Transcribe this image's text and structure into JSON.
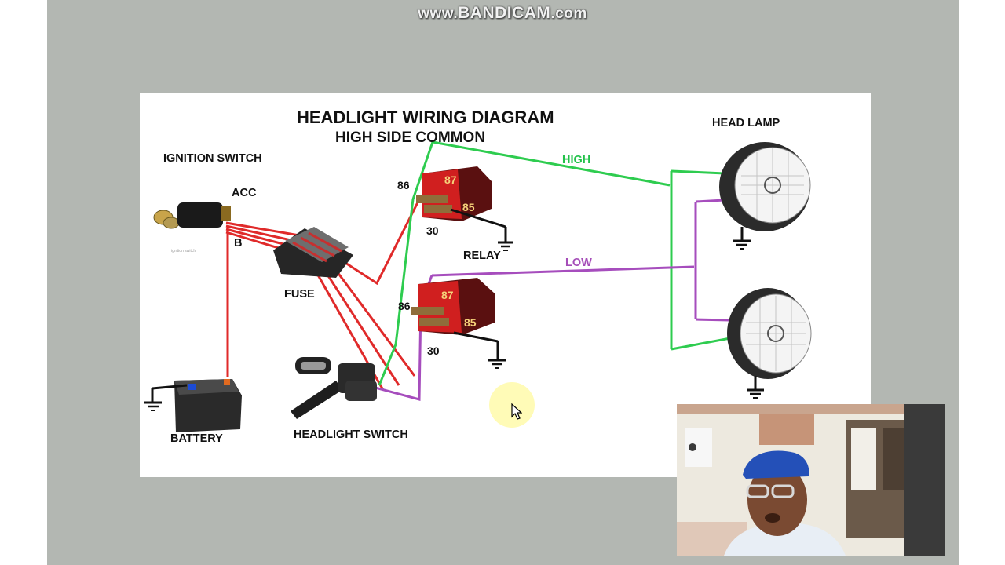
{
  "watermark": {
    "prefix": "www.",
    "brand": "BANDICAM",
    "suffix": ".com"
  },
  "diagram": {
    "title": "HEADLIGHT WIRING DIAGRAM",
    "subtitle": "HIGH SIDE COMMON",
    "components": {
      "ignition_switch": "IGNITION SWITCH",
      "acc": "ACC",
      "b": "B",
      "fuse": "FUSE",
      "battery": "BATTERY",
      "headlight_switch": "HEADLIGHT SWITCH",
      "relay": "RELAY",
      "head_lamp": "HEAD LAMP"
    },
    "relay_pins": {
      "upper": {
        "p86": "86",
        "p87": "87",
        "p85": "85",
        "p30": "30"
      },
      "lower": {
        "p86": "86",
        "p87": "87",
        "p85": "85",
        "p30": "30"
      }
    },
    "wires": {
      "high": "HIGH",
      "low": "LOW"
    },
    "colors": {
      "power": "#e02a2a",
      "high": "#2ecc4f",
      "low": "#a64dbd",
      "relay": "#c21a1a",
      "ground": "#111111"
    }
  }
}
